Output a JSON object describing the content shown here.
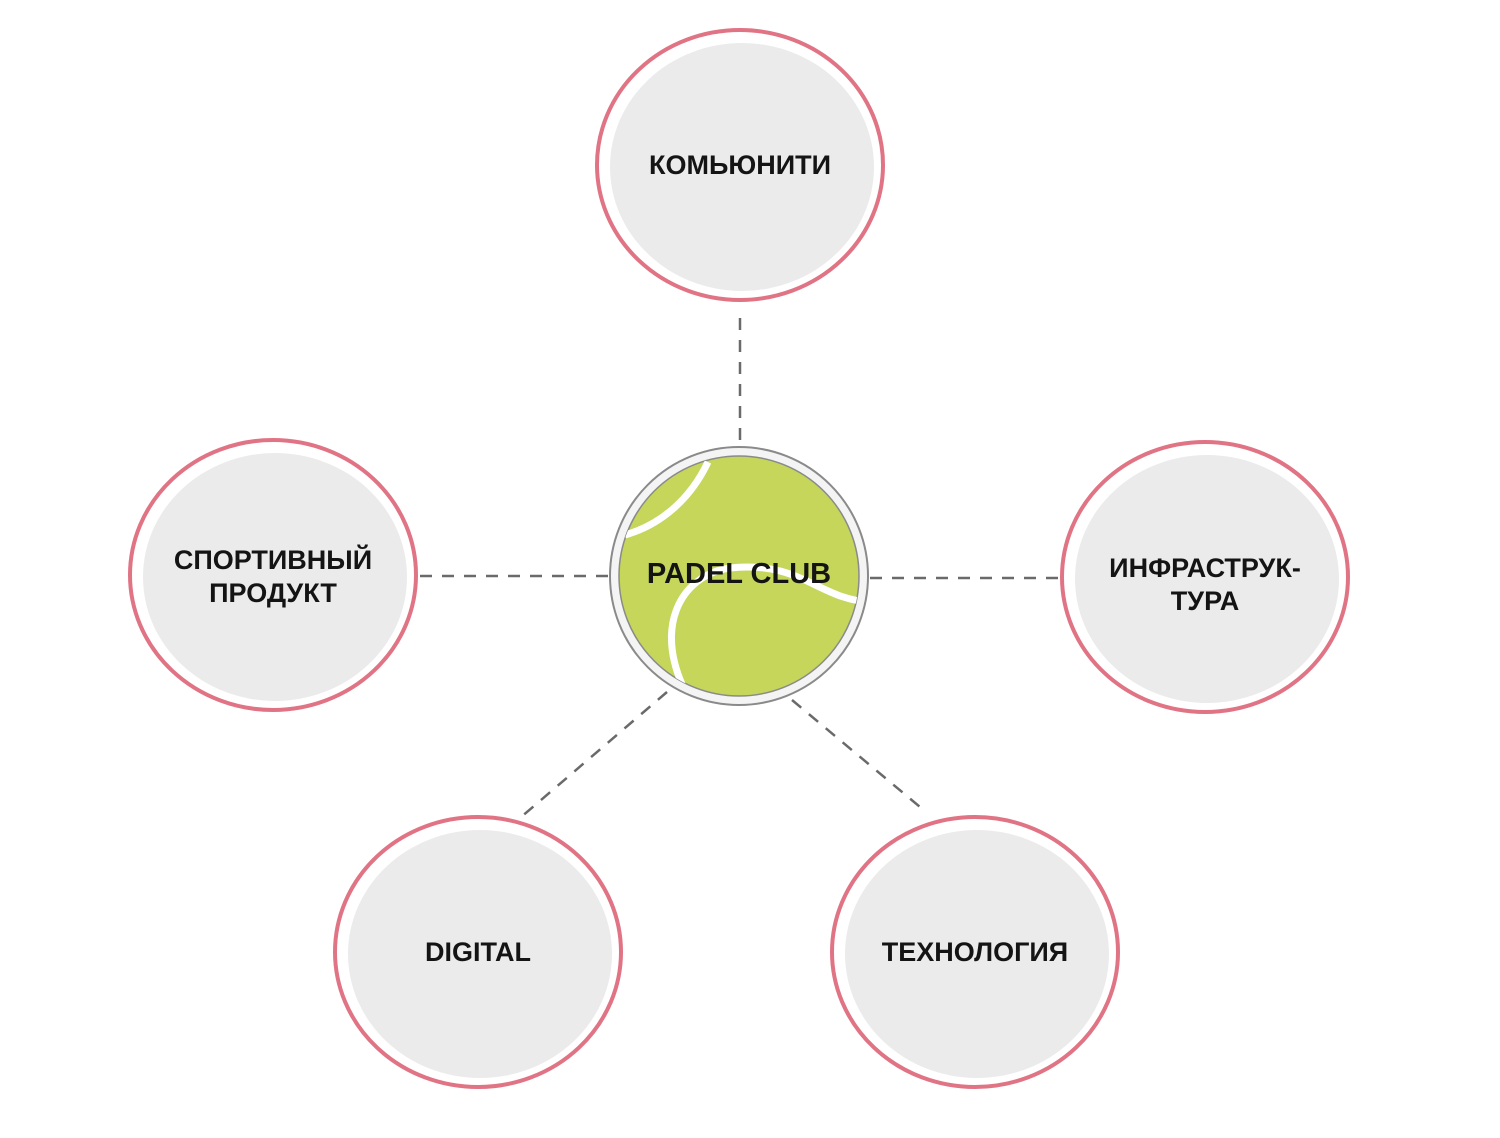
{
  "center": {
    "label": "PADEL CLUB"
  },
  "nodes": [
    {
      "id": "top",
      "lines": [
        "КОМЬЮНИТИ"
      ]
    },
    {
      "id": "left",
      "lines": [
        "СПОРТИВНЫЙ",
        "ПРОДУКТ"
      ]
    },
    {
      "id": "right",
      "lines": [
        "ИНФРАСТРУК-",
        "ТУРА"
      ]
    },
    {
      "id": "bottom-left",
      "lines": [
        "DIGITAL"
      ]
    },
    {
      "id": "bottom-right",
      "lines": [
        "ТЕХНОЛОГИЯ"
      ]
    }
  ],
  "colors": {
    "node_border": "#e07485",
    "node_fill": "#ebebeb",
    "ball": "#c5d65a",
    "ring": "#8a8a8a",
    "connector": "#6a6a6a"
  }
}
